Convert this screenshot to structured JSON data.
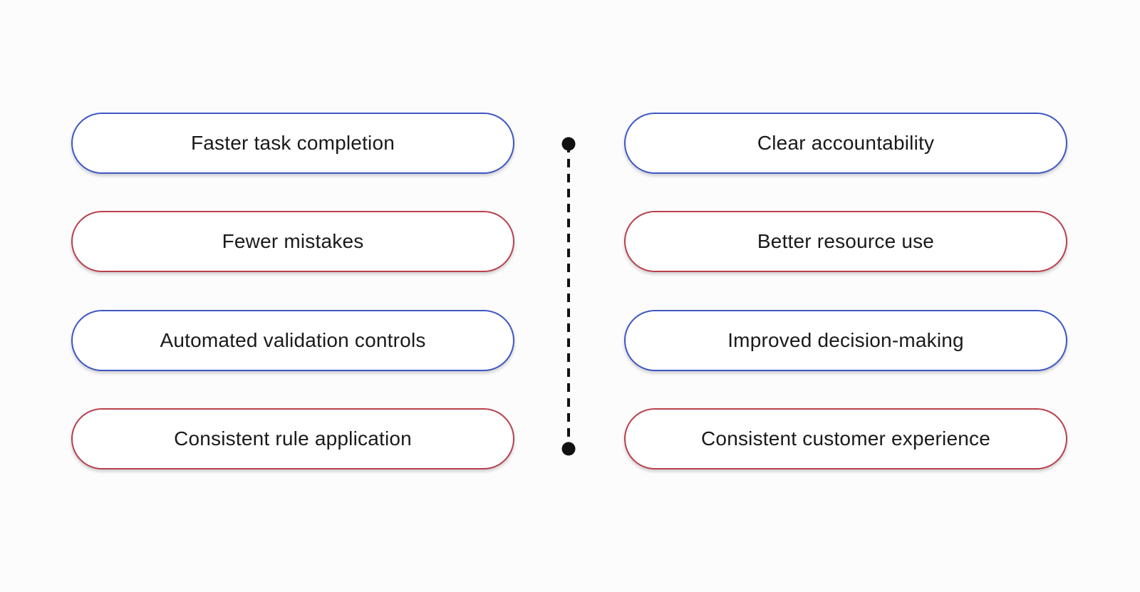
{
  "theme": {
    "bg": "#fcfcfc",
    "card-bg": "#ffffff",
    "blue": "#3e57c4",
    "red": "#b8414e",
    "text": "#1a1a1a",
    "connector": "#111111"
  },
  "diagram": {
    "left_column": {
      "items": [
        {
          "label": "Faster task completion",
          "color": "blue"
        },
        {
          "label": "Fewer mistakes",
          "color": "red"
        },
        {
          "label": "Automated validation controls",
          "color": "blue"
        },
        {
          "label": "Consistent rule application",
          "color": "red"
        }
      ]
    },
    "right_column": {
      "items": [
        {
          "label": "Clear accountability",
          "color": "blue"
        },
        {
          "label": "Better resource use",
          "color": "red"
        },
        {
          "label": "Improved decision-making",
          "color": "blue"
        },
        {
          "label": "Consistent customer experience",
          "color": "red"
        }
      ]
    }
  }
}
